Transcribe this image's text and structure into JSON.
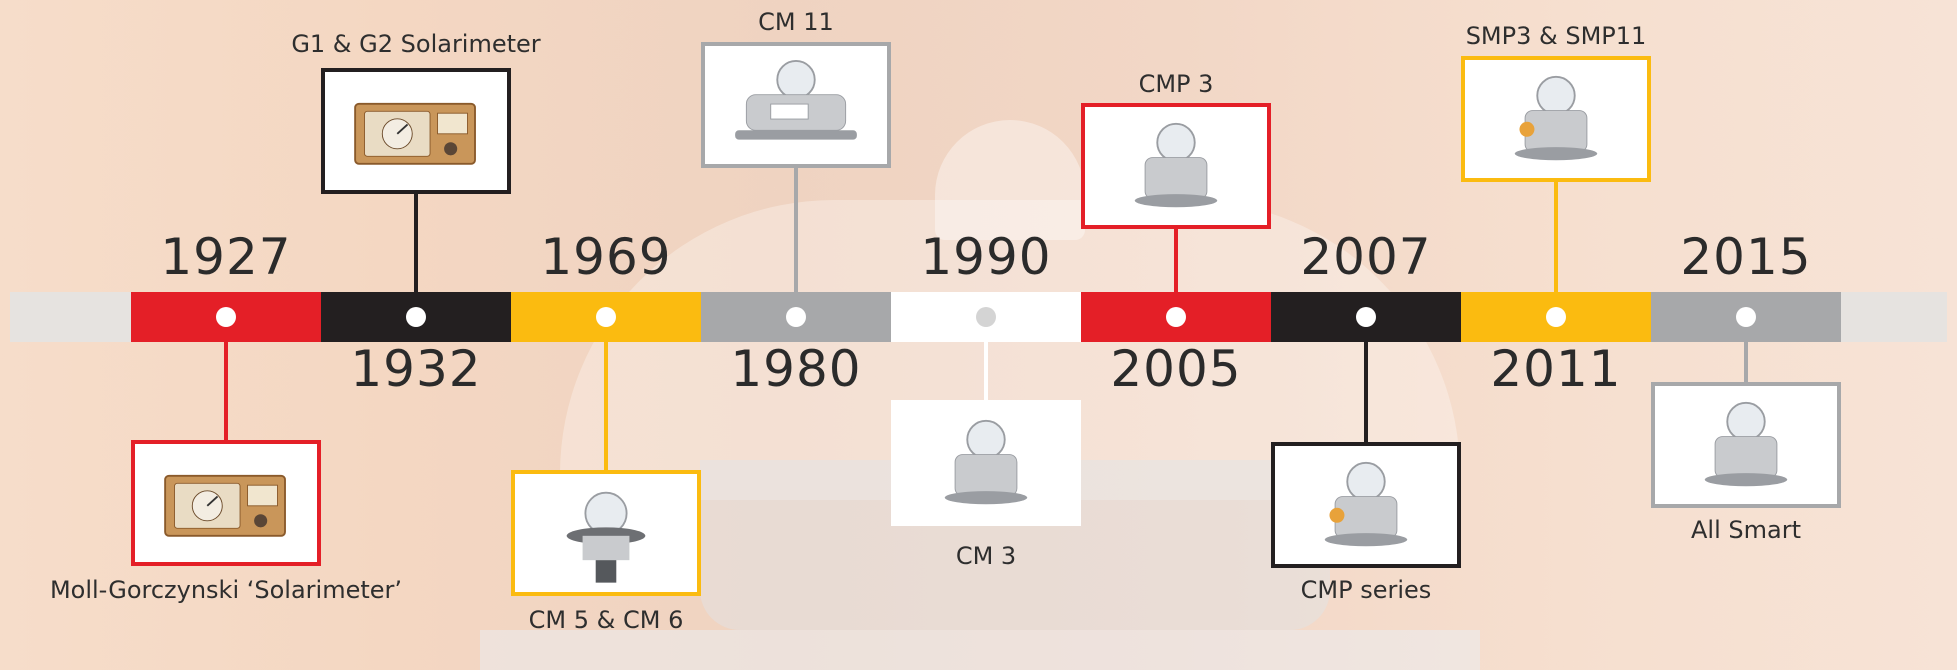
{
  "colors": {
    "red": "#e41f27",
    "black": "#231f20",
    "yellow": "#fbbb10",
    "grey": "#a7a8aa",
    "white": "#ffffff",
    "track": "#e6e3e0"
  },
  "milestones": [
    {
      "year": "1927",
      "label": "Moll-Gorczynski ‘Solarimeter’",
      "color": "red",
      "image": "wooden-solarimeter-case"
    },
    {
      "year": "1932",
      "label": "G1 & G2 Solarimeter",
      "color": "black",
      "image": "wooden-solarimeter-box"
    },
    {
      "year": "1969",
      "label": "CM 5 & CM 6",
      "color": "yellow",
      "image": "dome-pyranometer-on-stand"
    },
    {
      "year": "1980",
      "label": "CM 11",
      "color": "grey",
      "image": "pyranometer-with-base-plate"
    },
    {
      "year": "1990",
      "label": "CM 3",
      "color": "white",
      "image": "compact-pyranometer"
    },
    {
      "year": "2005",
      "label": "CMP 3",
      "color": "red",
      "image": "pyranometer-with-feet"
    },
    {
      "year": "2007",
      "label": "CMP series",
      "color": "black",
      "image": "pyranometer-with-level"
    },
    {
      "year": "2011",
      "label": "SMP3 & SMP11",
      "color": "yellow",
      "image": "smart-pyranometer"
    },
    {
      "year": "2015",
      "label": "All Smart",
      "color": "grey",
      "image": "smart-pyranometer-series"
    }
  ]
}
